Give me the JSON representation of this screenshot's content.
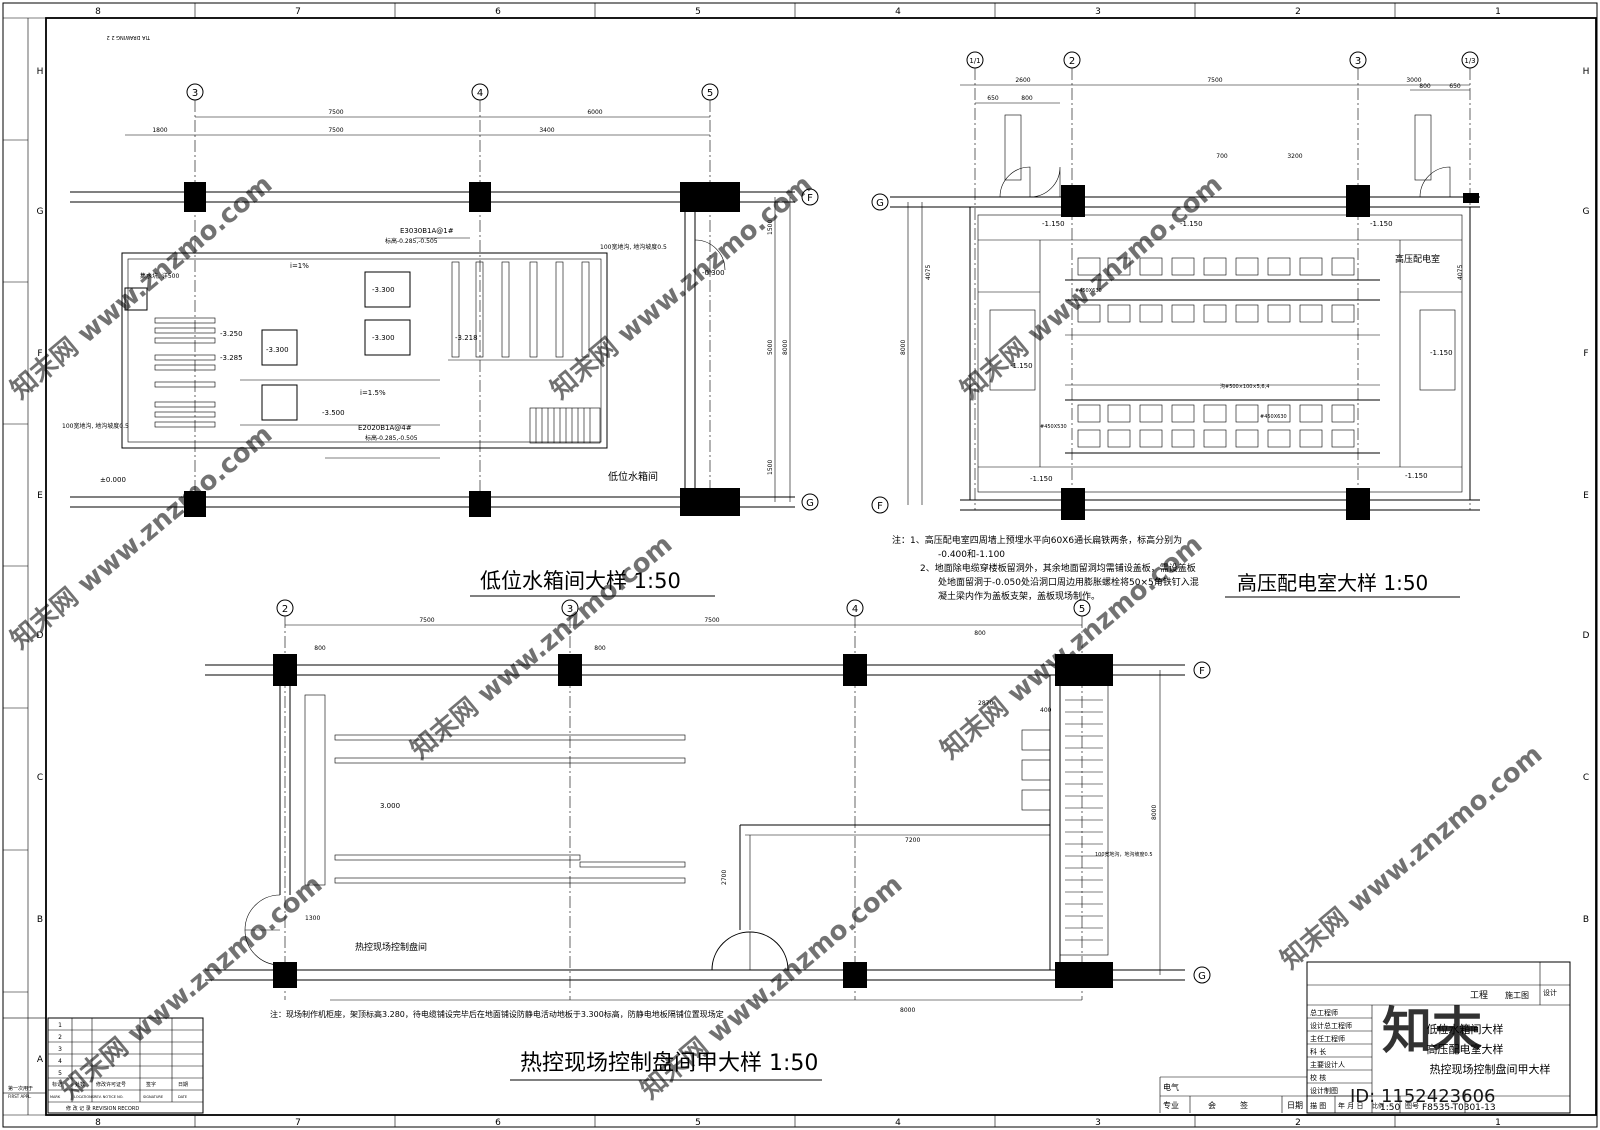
{
  "frame": {
    "top_ruler": [
      "8",
      "7",
      "6",
      "5",
      "4",
      "3",
      "2",
      "1"
    ],
    "side_ruler": [
      "H",
      "G",
      "F",
      "E",
      "D",
      "C",
      "B",
      "A"
    ],
    "corner_mark": "TIA DRAWING 2 2"
  },
  "plan1": {
    "axes_top": [
      "3",
      "4",
      "5"
    ],
    "axes_right": [
      "F",
      "G"
    ],
    "dims_top": [
      "7500",
      "6000",
      "1800",
      "7500",
      "3400"
    ],
    "dims_right": [
      "1500",
      "5000",
      "8000",
      "1500"
    ],
    "labels": [
      "E3030B1A@1#",
      "标高-0.285,-0.505",
      "100宽地沟, 地沟坡度0.5",
      "100宽地沟, 地沟坡度0.5",
      "集水坑, 详500",
      "E2020B1A@4#",
      "标高-0.285,-0.505",
      "±0.000",
      "-0.300",
      "-3.300",
      "-3.300",
      "-3.300",
      "-3.500",
      "-3.218",
      "-3.250",
      "-3.285",
      "i=1%",
      "i=1.5%"
    ],
    "room": "低位水箱间",
    "title": "低位水箱间大样  1:50"
  },
  "plan2": {
    "axes_top": [
      "1/1",
      "2",
      "3",
      "1/3"
    ],
    "axes_left": [
      "G",
      "F"
    ],
    "dims_top": [
      "2600",
      "7500",
      "3000",
      "650",
      "800",
      "800",
      "650",
      "700",
      "3200"
    ],
    "dims_left": [
      "4075",
      "8000",
      "4075"
    ],
    "room": "高压配电室",
    "labels": [
      "-1.150",
      "-1.150",
      "-1.150",
      "-1.150",
      "-1.150",
      "-1.150",
      "-1.150",
      "沟#500×100×5,6,4",
      "#450X630",
      "#450X630",
      "#450X530"
    ],
    "notes": [
      "注：1、高压配电室四周墙上预埋水平向60X6通长扁铁两条，标高分别为",
      "-0.400和-1.100",
      "2、地面除电缆穿楼板留洞外，其余地面留洞均需铺设盖板，需设盖板",
      "处地面留洞于-0.050处沿洞口周边用膨胀螺栓将50×5角铁钉入混",
      "凝土梁内作为盖板支架，盖板现场制作。"
    ],
    "title": "高压配电室大样  1:50"
  },
  "plan3": {
    "axes_top": [
      "2",
      "3",
      "4",
      "5"
    ],
    "axes_right": [
      "F",
      "G"
    ],
    "dims_top": [
      "7500",
      "7500",
      "800",
      "800",
      "800"
    ],
    "dims_bottom": [
      "8000"
    ],
    "dims_right": [
      "8000"
    ],
    "dims_other": [
      "1300",
      "2870",
      "7200",
      "2700",
      "400"
    ],
    "labels": [
      "3.000",
      "8000",
      "100宽地沟，地沟坡度0.5"
    ],
    "room": "热控现场控制盘间",
    "note": "注：现场制作机柜座，架顶标高3.280，待电缆铺设完毕后在地面铺设防静电活动地板于3.300标高，防静电地板隔铺位置现场定",
    "title": "热控现场控制盘间甲大样  1:50"
  },
  "revision": {
    "rows": [
      "1",
      "2",
      "3",
      "4",
      "5"
    ],
    "first_mark": "第一次用于",
    "first_mark_en": "FIRST APPL.",
    "headers": [
      "标记",
      "处数",
      "修改许可证号",
      "签字",
      "日期"
    ],
    "headers_en": [
      "MARK",
      "LOCATIONS",
      "REV. NOTICE NO.",
      "SIGNATURE",
      "DATE"
    ],
    "footer": "修 改 记 录  REVISION RECORD"
  },
  "title_block": {
    "project_label": "工程",
    "stage": "施工图",
    "code_label": "设计",
    "roles": [
      "总工程师",
      "设计总工程师",
      "主任工程师",
      "科    长",
      "主要设计人",
      "校    核",
      "设计制图",
      "描    图"
    ],
    "drawing_names": [
      "低位水箱间大样",
      "高压配电室大样",
      "热控现场控制盘间甲大样"
    ],
    "sign_dept": "电气",
    "sign_cols": [
      "专业",
      "会",
      "签",
      "日期"
    ],
    "date_label": "年 月 日",
    "scale_label": "比例",
    "scale": "1:50",
    "figno_label": "图号",
    "figno": "F8535-T0301-13"
  },
  "watermark": {
    "brand": "知末网 www.znzmo.com",
    "logo": "知末",
    "id": "ID: 1152423606"
  }
}
